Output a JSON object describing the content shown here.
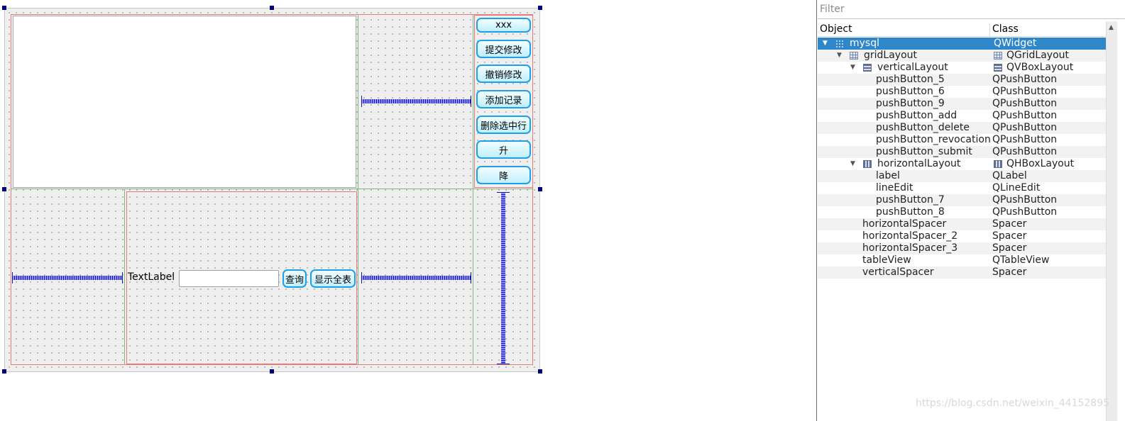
{
  "form": {
    "buttons_right": [
      "xxx",
      "提交修改",
      "撤销修改",
      "添加记录",
      "删除选中行",
      "升",
      "降"
    ],
    "text_label": "TextLabel",
    "line_edit_value": "",
    "query_button": "查询",
    "show_all_button": "显示全表"
  },
  "inspector": {
    "filter_placeholder": "Filter",
    "col_object": "Object",
    "col_class": "Class",
    "rows": [
      {
        "object": "mysql",
        "class": "QWidget",
        "selected": true
      },
      {
        "object": "gridLayout",
        "class": "QGridLayout"
      },
      {
        "object": "verticalLayout",
        "class": "QVBoxLayout"
      },
      {
        "object": "pushButton_5",
        "class": "QPushButton"
      },
      {
        "object": "pushButton_6",
        "class": "QPushButton"
      },
      {
        "object": "pushButton_9",
        "class": "QPushButton"
      },
      {
        "object": "pushButton_add",
        "class": "QPushButton"
      },
      {
        "object": "pushButton_delete",
        "class": "QPushButton"
      },
      {
        "object": "pushButton_revocation",
        "class": "QPushButton"
      },
      {
        "object": "pushButton_submit",
        "class": "QPushButton"
      },
      {
        "object": "horizontalLayout",
        "class": "QHBoxLayout"
      },
      {
        "object": "label",
        "class": "QLabel"
      },
      {
        "object": "lineEdit",
        "class": "QLineEdit"
      },
      {
        "object": "pushButton_7",
        "class": "QPushButton"
      },
      {
        "object": "pushButton_8",
        "class": "QPushButton"
      },
      {
        "object": "horizontalSpacer",
        "class": "Spacer"
      },
      {
        "object": "horizontalSpacer_2",
        "class": "Spacer"
      },
      {
        "object": "horizontalSpacer_3",
        "class": "Spacer"
      },
      {
        "object": "tableView",
        "class": "QTableView"
      },
      {
        "object": "verticalSpacer",
        "class": "Spacer"
      }
    ]
  },
  "watermark": "https://blog.csdn.net/weixin_44152895"
}
